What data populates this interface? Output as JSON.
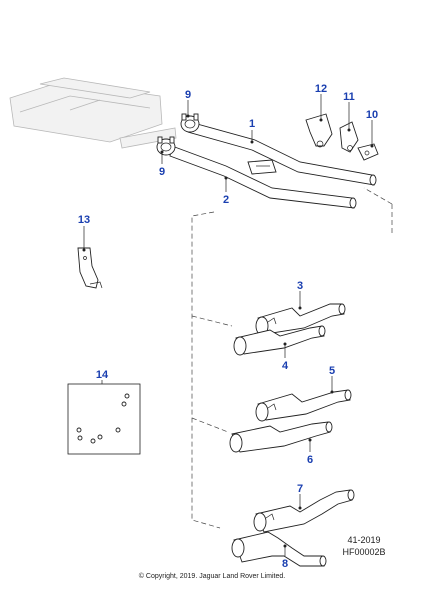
{
  "callouts": {
    "c1": "1",
    "c2": "2",
    "c3": "3",
    "c4": "4",
    "c5": "5",
    "c6": "6",
    "c7": "7",
    "c8": "8",
    "c9a": "9",
    "c9b": "9",
    "c10": "10",
    "c11": "11",
    "c12": "12",
    "c13": "13",
    "c14": "14"
  },
  "reference": {
    "code": "41-2019",
    "illustration_id": "HF00002B"
  },
  "footer": {
    "copyright": "© Copyright, 2019. Jaguar Land Rover Limited."
  }
}
